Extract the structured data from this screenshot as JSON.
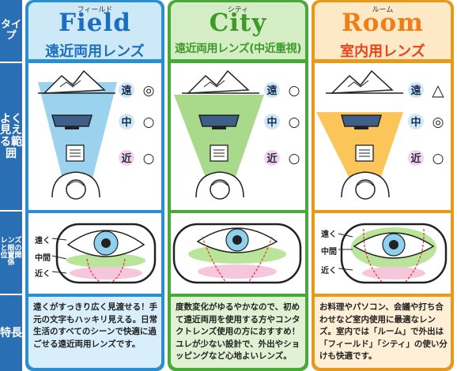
{
  "rows": {
    "type_label": "タイプ",
    "visible_range_label": "よく見える範囲",
    "eye_position_label": "レンズと眼の位置関係",
    "features_label": "特長"
  },
  "distance_labels": {
    "far": "遠",
    "mid": "中",
    "near": "近"
  },
  "eye_labels": {
    "far": "遠く",
    "mid": "中間",
    "near": "近く"
  },
  "columns": [
    {
      "kana": "フィールド",
      "title": "Field",
      "lens_type": "遠近両用レンズ",
      "ratings": {
        "far": "◎",
        "mid": "○",
        "near": "○"
      },
      "features": "遠くがすっきり広く見渡せる！手元の文字もハッキリ見える。日常生活のすべてのシーンで快適に過ごせる遠近両用レンズです。"
    },
    {
      "kana": "シティ",
      "title": "City",
      "lens_type": "遠近両用レンズ(中近重視)",
      "ratings": {
        "far": "○",
        "mid": "○",
        "near": "○"
      },
      "features": "度数変化がゆるやかなので、初めて遠近両用を使用する方やコンタクトレンズ使用の方におすすめ！ユレが少ない設計で、外出やショッピングなど心地よいレンズ。"
    },
    {
      "kana": "ルーム",
      "title": "Room",
      "lens_type": "室内用レンズ",
      "ratings": {
        "far": "△",
        "mid": "◎",
        "near": "○"
      },
      "features": "お料理やパソコン、会議や打ち合わせなど室内使用に最適なレンズ。室内では「ルーム」で外出は「フィールド」「シティ」の使い分けも快適です。"
    }
  ],
  "colors": {
    "field": "#2b8ed0",
    "city": "#48a83a",
    "room": "#e69a1d",
    "side": "#2a6fb3"
  }
}
